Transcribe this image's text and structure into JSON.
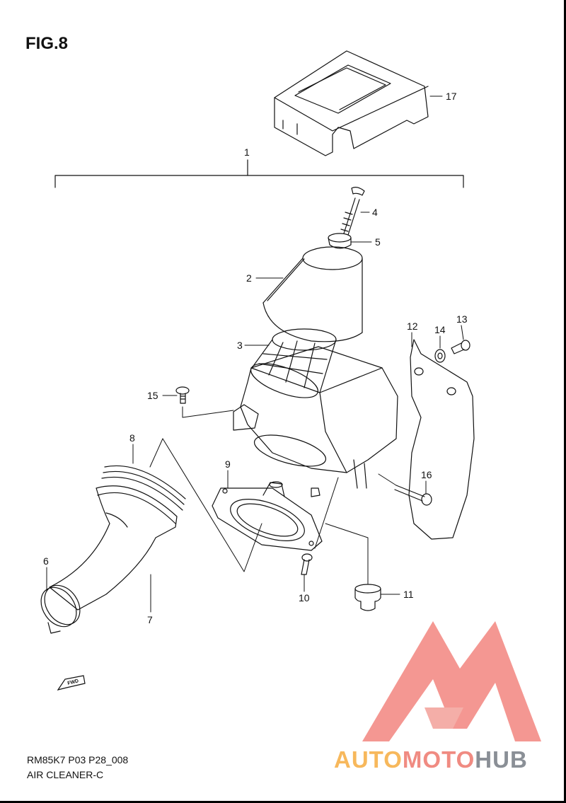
{
  "figure_title": "FIG.8",
  "diagram_code": "RM85K7 P03 P28_008",
  "diagram_caption": "AIR CLEANER-C",
  "fwd_label": "FWD",
  "callouts": [
    {
      "id": "1",
      "label": "1"
    },
    {
      "id": "2",
      "label": "2"
    },
    {
      "id": "3",
      "label": "3"
    },
    {
      "id": "4",
      "label": "4"
    },
    {
      "id": "5",
      "label": "5"
    },
    {
      "id": "6",
      "label": "6"
    },
    {
      "id": "7",
      "label": "7"
    },
    {
      "id": "8",
      "label": "8"
    },
    {
      "id": "9",
      "label": "9"
    },
    {
      "id": "10",
      "label": "10"
    },
    {
      "id": "11",
      "label": "11"
    },
    {
      "id": "12",
      "label": "12"
    },
    {
      "id": "13",
      "label": "13"
    },
    {
      "id": "14",
      "label": "14"
    },
    {
      "id": "15",
      "label": "15"
    },
    {
      "id": "16",
      "label": "16"
    },
    {
      "id": "17",
      "label": "17"
    }
  ],
  "watermark": {
    "part_a": "AUTO",
    "part_b": "MOTO",
    "part_c": "HUB",
    "colors": {
      "logo": "#f3867f",
      "auto": "#f7b85c",
      "moto": "#f08b82",
      "hub": "#8a8f96"
    }
  }
}
